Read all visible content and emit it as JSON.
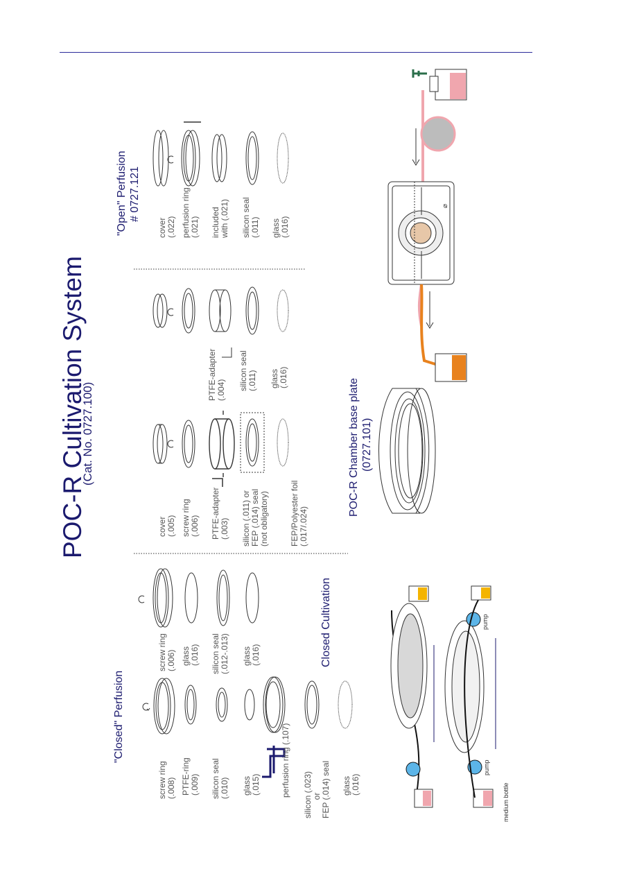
{
  "title": "POC-R Cultivation System",
  "subtitle": "(Cat. No. 0727.100)",
  "base_plate": {
    "title": "POC-R Chamber base plate",
    "number": "(0727.101)"
  },
  "closed_perfusion": {
    "heading": "\"Closed\" Perfusion",
    "labels": [
      "screw ring\n(.008)",
      "PTFE-ring\n(.009)",
      "silicon seal\n(.010)",
      "glass\n(.015)",
      "perfusion ring (.107)",
      "silicon (.023)\n        or\nFEP (.014) seal",
      "glass\n(.016)"
    ]
  },
  "closed_cultivation": {
    "heading": "Closed Cultivation",
    "labels": [
      "screw ring\n(.006)",
      "glass\n(.016)",
      "silicon seal\n(.012-.013)",
      "glass\n(.016)"
    ]
  },
  "middle_column": {
    "labels": [
      "cover\n(.005)",
      "screw ring\n(.006)",
      "PTFE-adapter\n(.003)",
      "silicon (.011) or\nFEP (.014) seal\n(not obligatory)",
      "FEP/Polyester foil\n(.017/.024)"
    ]
  },
  "ptfe_column": {
    "labels": [
      "PTFE-adapter\n(.004)",
      "silicon seal\n(.011)",
      "glass\n(.016)"
    ]
  },
  "open_perfusion": {
    "heading": "\"Open\" Perfusion",
    "number": "# 0727.121",
    "labels": [
      "cover\n(.022)",
      "perfusion ring\n(.021)",
      "included\nwith (.021)",
      "silicon seal\n(.011)",
      "glass\n(.016)"
    ]
  },
  "diagram_labels": {
    "pump": "pump",
    "medium_bottle": "medium bottle",
    "diameter_symbol": "⌀"
  },
  "colors": {
    "accent": "#1b1a6e",
    "pink_tube": "#f0a6ae",
    "orange_tube": "#e8821e",
    "yellow_medium": "#f4b400",
    "blue_pump": "#5cb5e8"
  }
}
